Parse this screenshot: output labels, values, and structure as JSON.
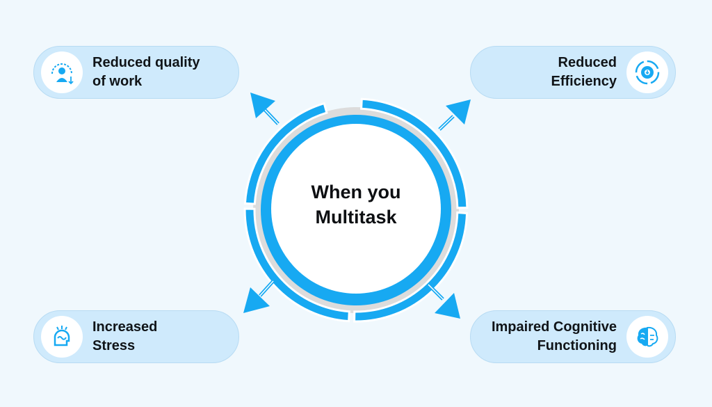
{
  "center": {
    "line1": "When you",
    "line2": "Multitask"
  },
  "items": [
    {
      "line1": "Reduced quality",
      "line2": "of work",
      "icon": "quality-gauge-icon"
    },
    {
      "line1": "Reduced",
      "line2": "Efficiency",
      "icon": "efficiency-gear-icon"
    },
    {
      "line1": "Increased",
      "line2": "Stress",
      "icon": "stressed-head-icon"
    },
    {
      "line1": "Impaired Cognitive",
      "line2": "Functioning",
      "icon": "brain-icon"
    }
  ],
  "colors": {
    "background": "#f0f8fd",
    "pill": "#cfeafc",
    "accent": "#17a9f2",
    "ring": "#dcdcdc"
  }
}
